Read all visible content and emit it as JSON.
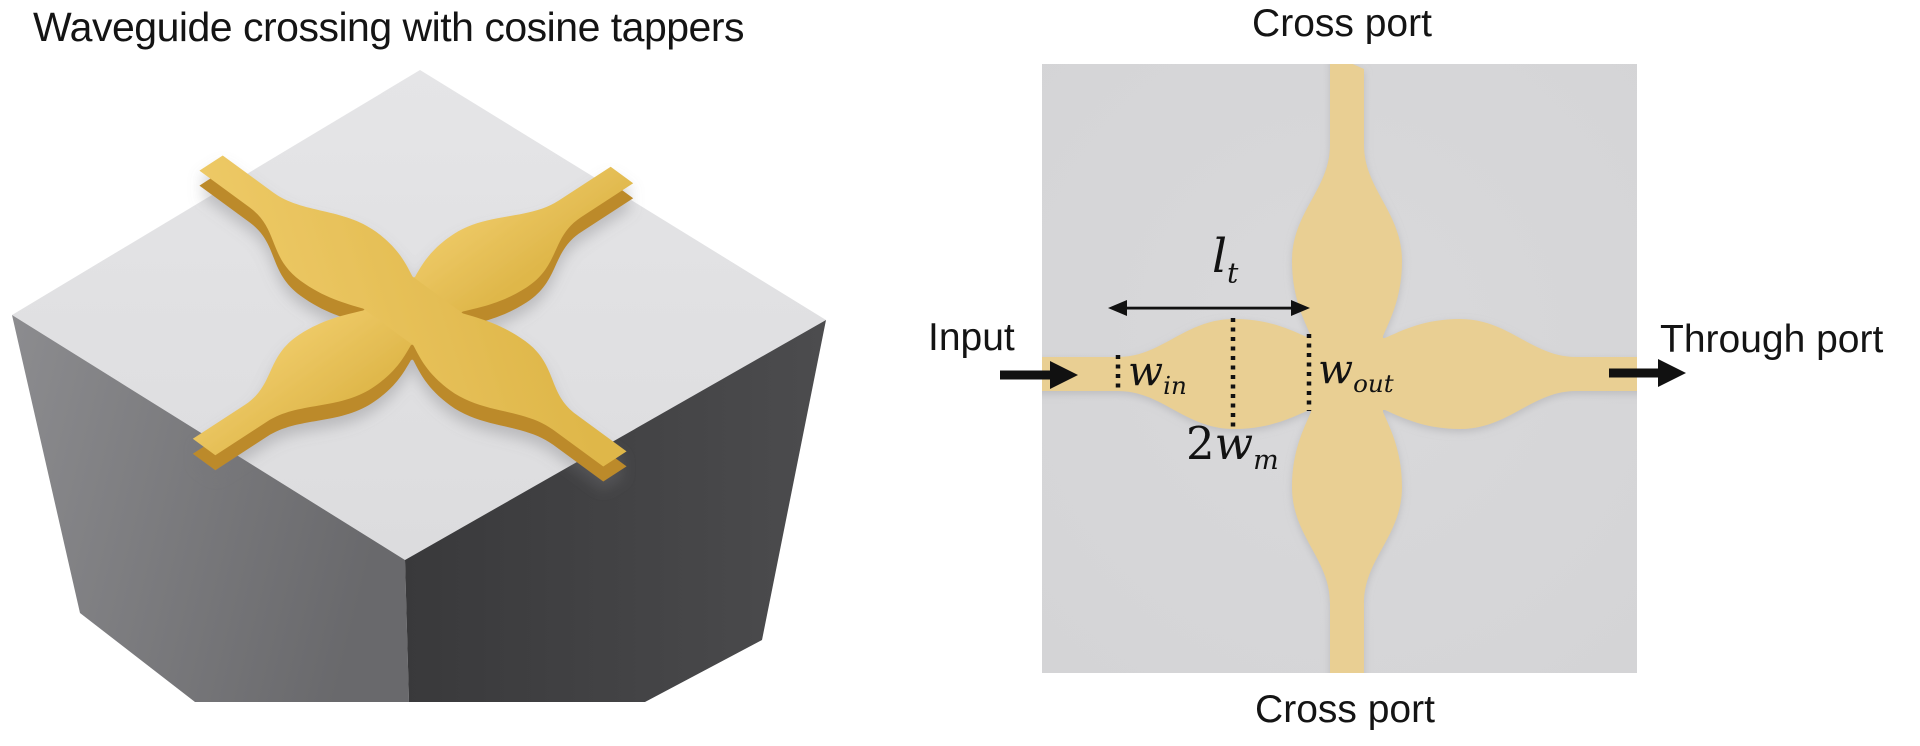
{
  "title": "Waveguide crossing with cosine tappers",
  "schematic": {
    "port_top": "Cross port",
    "port_bottom": "Cross port",
    "port_left": "Input",
    "port_right": "Through port",
    "labels": {
      "taper_length": {
        "base": "l",
        "sub": "t"
      },
      "input_width": {
        "base": "w",
        "sub": "in"
      },
      "output_width": {
        "base": "w",
        "sub": "out"
      },
      "mid_width": {
        "prefix": "2",
        "base": "w",
        "sub": "m"
      }
    }
  },
  "colors": {
    "waveguide_fill": "#e9cf93",
    "panel_bg": "#d9d9db",
    "panel_bg_edge": "#d4d4d6",
    "cube_top_light": "#e5e5e7",
    "cube_top_dark": "#dcdcde",
    "cube_left_light": "#8c8c8f",
    "cube_left_dark": "#69696c",
    "cube_right_dark": "#39393b",
    "cube_right_light": "#4c4c4e",
    "gold_top_light": "#efcb69",
    "gold_top_dark": "#dfb74a",
    "gold_side": "#bc8a2b",
    "annotation_black": "#111111"
  }
}
